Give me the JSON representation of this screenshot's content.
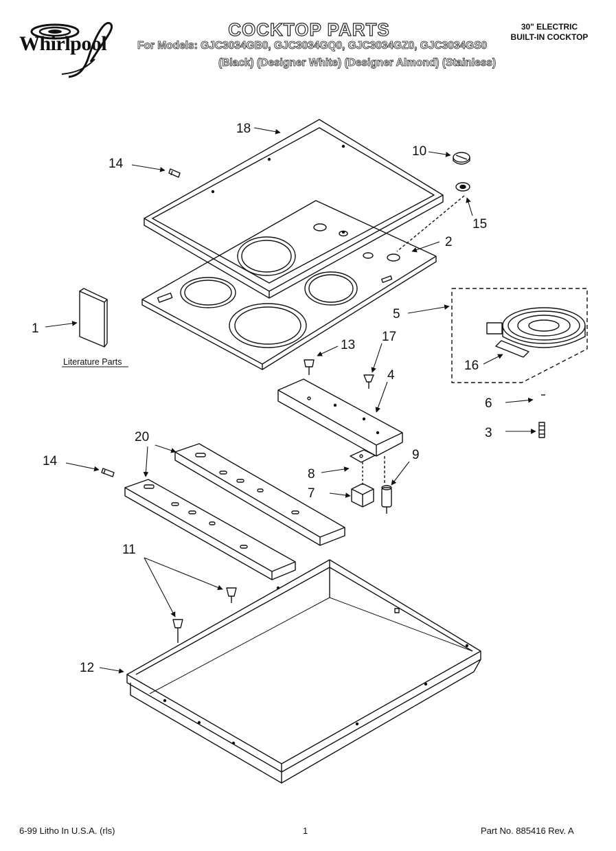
{
  "header": {
    "brand": "Whirlpool",
    "title": "COCKTOP PARTS",
    "models_line": "For Models: GJC3034GB0, GJC3034GQ0, GJC3034GZ0, GJC3034GS0",
    "colors_line": "(Black) (Designer White) (Designer Almond) (Stainless)",
    "product_line1": "30\" ELECTRIC",
    "product_line2": "BUILT-IN COCKTOP"
  },
  "diagram": {
    "literature_label": "Literature Parts",
    "callouts": {
      "c1": "1",
      "c2": "2",
      "c3": "3",
      "c4": "4",
      "c5": "5",
      "c6": "6",
      "c7": "7",
      "c8": "8",
      "c9": "9",
      "c10": "10",
      "c11": "11",
      "c12": "12",
      "c13": "13",
      "c14a": "14",
      "c14b": "14",
      "c15": "15",
      "c16": "16",
      "c17": "17",
      "c18": "18",
      "c20": "20"
    }
  },
  "footer": {
    "left": "6-99 Litho In U.S.A. (rls)",
    "page": "1",
    "part_no": "Part No. 885416 Rev. A"
  }
}
